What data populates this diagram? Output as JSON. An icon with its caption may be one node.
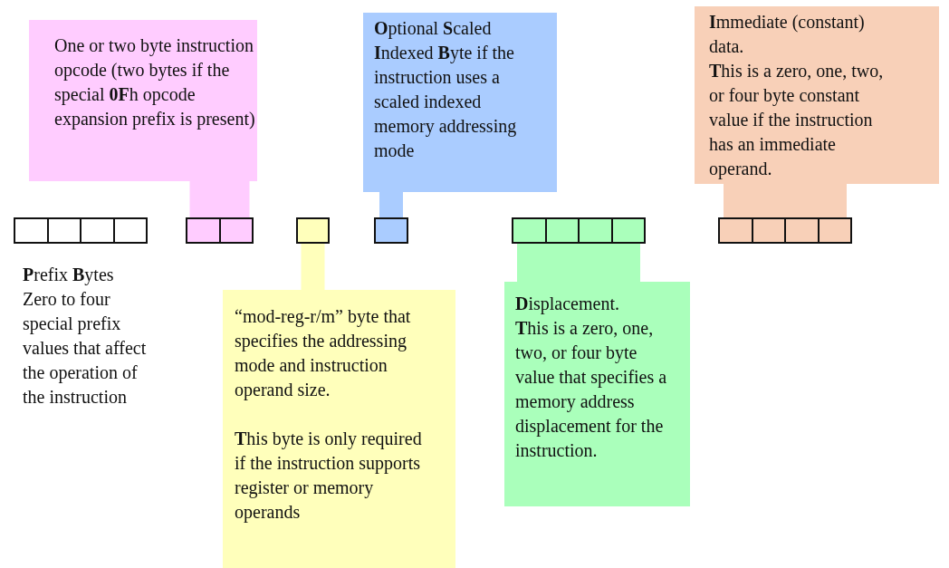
{
  "diagram": {
    "nodes": [
      {
        "text": [
          "One or two byte instruction opcode (two bytes if the special **0F**h opcode expansion prefix is present)"
        ]
      },
      {
        "text": [
          "**O**ptional **S**caled **I**ndexed **B**yte if the instruction uses a scaled indexed memory addressing mode"
        ]
      },
      {
        "text": [
          "**I**mmediate (constant) data.",
          "**T**his is a zero, one, two, or four byte constant value if the instruction has an immediate operand."
        ]
      },
      {
        "text": [],
        "shape": "box",
        "beside": [
          "**P**refix **B**ytes",
          "Zero to four special prefix values that affect the operation of the instruction"
        ]
      },
      {
        "text": [],
        "shape": "box"
      },
      {
        "text": [],
        "shape": "box"
      },
      {
        "text": [],
        "shape": "box"
      },
      {
        "text": [],
        "shape": "box"
      },
      {
        "text": [],
        "shape": "box"
      },
      {
        "text": [
          "“mod-reg-r/m” byte that specifies the addressing mode and instruction operand size.",
          "**T**his byte is only required if the instruction supports register or memory operands"
        ]
      },
      {
        "text": [
          "**D**isplacement.",
          "**T**his is a zero, one, two, or four byte value that specifies a memory address displacement for the instruction."
        ]
      }
    ],
    "edges": [
      {
        "from": 0,
        "to": 4,
        "arrow": "none",
        "color": "#ffccff"
      },
      {
        "from": 1,
        "to": 6,
        "arrow": "none",
        "color": "#aaccff"
      },
      {
        "from": 2,
        "to": 8,
        "arrow": "none",
        "style": "thick",
        "color": "#f8d0b8"
      },
      {
        "from": 9,
        "to": 5,
        "arrow": "none",
        "color": "#ffffbb"
      },
      {
        "from": 10,
        "to": 7,
        "arrow": "none",
        "style": "thick",
        "color": "#aaffbb"
      }
    ]
  }
}
